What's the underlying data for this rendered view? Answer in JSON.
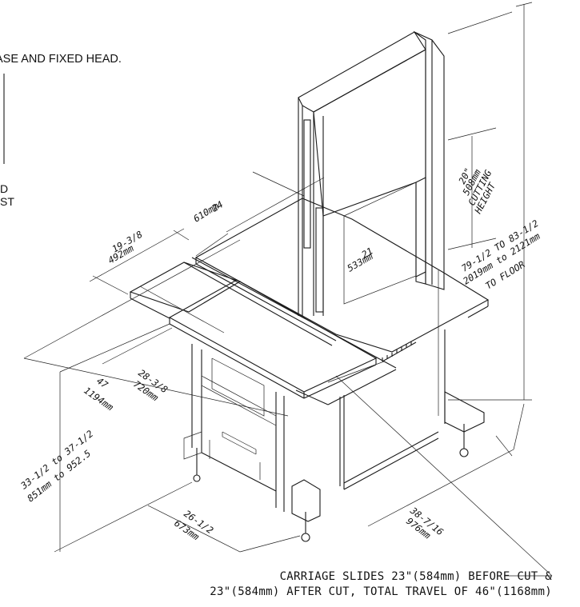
{
  "notes": {
    "header": "ASE AND FIXED HEAD.",
    "side_line1": "D",
    "side_line2": "ST",
    "bottom_line1": "CARRIAGE SLIDES 23\"(584mm) BEFORE CUT &",
    "bottom_line2": "23\"(584mm) AFTER CUT, TOTAL TRAVEL OF 46\"(1168mm)"
  },
  "dimensions": {
    "table_depth_in": "24",
    "table_depth_mm": "610mm",
    "carriage_in": "19-3/8",
    "carriage_mm": "492mm",
    "throat_in": "21",
    "throat_mm": "533mm",
    "cut_in": "20\"",
    "cut_mm": "508mm",
    "cut_label1": "CUTTING",
    "cut_label2": "HEIGHT",
    "height_in": "79-1/2 TO 83-1/2",
    "height_mm": "2019mm to 2121mm",
    "height_label": "TO FLOOR",
    "table_in": "28-3/8",
    "table_mm": "720mm",
    "width_in": "47",
    "width_mm": "1194mm",
    "table_height_in": "33-1/2 to 37-1/2",
    "table_height_mm": "851mm to 952.5",
    "base_in": "26-1/2",
    "base_mm": "673mm",
    "depth_in": "38-7/16",
    "depth_mm": "976mm"
  }
}
